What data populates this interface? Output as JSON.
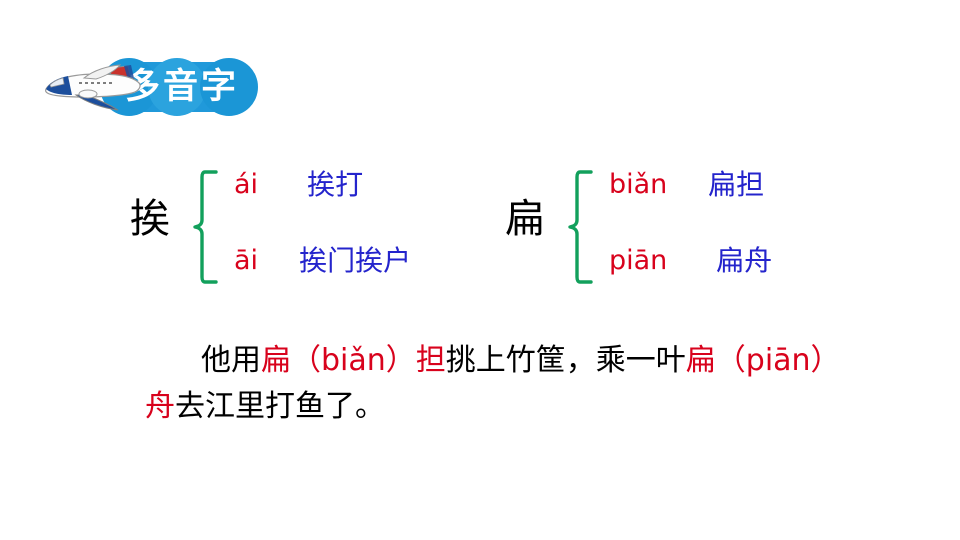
{
  "slide": {
    "title": "多音字",
    "logo": {
      "label": "多音字",
      "plane_icon": "airplane-icon",
      "circle_color": "#1B96D6",
      "text_color": "#FFFFFF"
    },
    "colors": {
      "headword": "#000000",
      "pinyin": "#D8021C",
      "example": "#2424CC",
      "brace": "#12A05C",
      "highlight": "#D8021C",
      "body_text": "#000000",
      "background": "#FFFFFF"
    }
  },
  "groups": [
    {
      "name": "group-ai",
      "headword": "挨",
      "brace_icon": "curly-brace-icon",
      "entries": [
        {
          "pinyin": "ái",
          "example": "挨打"
        },
        {
          "pinyin": "āi",
          "example": "挨门挨户"
        }
      ]
    },
    {
      "name": "group-bian",
      "headword": "扁",
      "brace_icon": "curly-brace-icon",
      "entries": [
        {
          "pinyin": "biǎn",
          "example": "扁担"
        },
        {
          "pinyin": "piān",
          "example": "扁舟"
        }
      ]
    }
  ],
  "sentence": {
    "full_text": "他用扁（biǎn）担挑上竹筐，乘一叶扁（piān）舟去江里打鱼了。",
    "segments": [
      {
        "text": "他用",
        "highlight": false
      },
      {
        "text": "扁（biǎn）担",
        "highlight": true
      },
      {
        "text": "挑上竹筐，乘一叶",
        "highlight": false
      },
      {
        "text": "扁（piān）舟",
        "highlight": true
      },
      {
        "text": "去江里打鱼了。",
        "highlight": false
      }
    ]
  }
}
